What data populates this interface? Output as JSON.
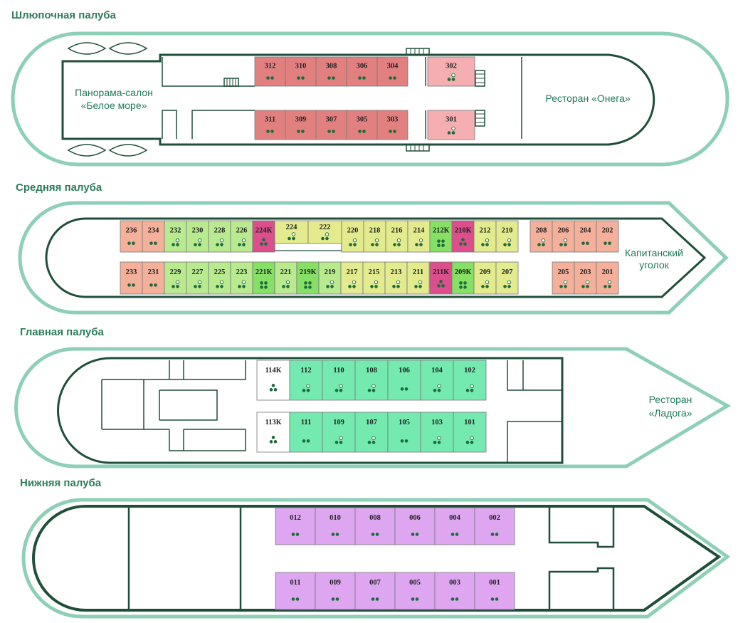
{
  "colors": {
    "outer": "#8ecfb8",
    "hull": "#1f4f3a",
    "deck_title": "#2e7d5b",
    "label": "#1f7a5a",
    "dot": "#1d6b3b",
    "cabin_stroke": "#777777",
    "cabin_types": {
      "red": "#e28080",
      "pink": "#f5aeb1",
      "salmon": "#f4b09a",
      "lgreen": "#b9ea90",
      "yellow": "#e3eb8e",
      "magenta": "#dc4e8c",
      "green": "#86e066",
      "aqua": "#74eab0",
      "white": "#ffffff",
      "violet": "#dea6f0"
    }
  },
  "decks": [
    {
      "id": "boat",
      "title": "Шлюпочная палуба",
      "labels": [
        [
          "Панорама-салон",
          "«Белое море»"
        ],
        [
          "Ресторан «Онега»"
        ]
      ],
      "cabins": [
        {
          "n": "312",
          "t": "red",
          "d": 2
        },
        {
          "n": "310",
          "t": "red",
          "d": 2
        },
        {
          "n": "308",
          "t": "red",
          "d": 2
        },
        {
          "n": "306",
          "t": "red",
          "d": 2
        },
        {
          "n": "304",
          "t": "red",
          "d": 2
        },
        {
          "n": "302",
          "t": "pink",
          "d": 3
        },
        {
          "n": "311",
          "t": "red",
          "d": 2
        },
        {
          "n": "309",
          "t": "red",
          "d": 2
        },
        {
          "n": "307",
          "t": "red",
          "d": 2
        },
        {
          "n": "305",
          "t": "red",
          "d": 2
        },
        {
          "n": "303",
          "t": "red",
          "d": 2
        },
        {
          "n": "301",
          "t": "pink",
          "d": 3
        }
      ]
    },
    {
      "id": "middle",
      "title": "Средняя палуба",
      "labels": [
        [
          "Капитанский",
          "уголок"
        ]
      ],
      "cabins": [
        {
          "n": "236",
          "t": "salmon",
          "d": 2
        },
        {
          "n": "234",
          "t": "salmon",
          "d": 2
        },
        {
          "n": "232",
          "t": "lgreen",
          "d": 3
        },
        {
          "n": "230",
          "t": "lgreen",
          "d": 3
        },
        {
          "n": "228",
          "t": "lgreen",
          "d": 3
        },
        {
          "n": "226",
          "t": "lgreen",
          "d": 3
        },
        {
          "n": "224К",
          "t": "magenta",
          "d": 5
        },
        {
          "n": "224",
          "t": "yellow",
          "d": 3
        },
        {
          "n": "222",
          "t": "yellow",
          "d": 3
        },
        {
          "n": "220",
          "t": "yellow",
          "d": 3
        },
        {
          "n": "218",
          "t": "yellow",
          "d": 3
        },
        {
          "n": "216",
          "t": "yellow",
          "d": 3
        },
        {
          "n": "214",
          "t": "yellow",
          "d": 3
        },
        {
          "n": "212К",
          "t": "green",
          "d": 4
        },
        {
          "n": "210К",
          "t": "magenta",
          "d": 5
        },
        {
          "n": "212",
          "t": "yellow",
          "d": 3
        },
        {
          "n": "210",
          "t": "yellow",
          "d": 3
        },
        {
          "n": "208",
          "t": "salmon",
          "d": 3
        },
        {
          "n": "206",
          "t": "salmon",
          "d": 3
        },
        {
          "n": "204",
          "t": "salmon",
          "d": 2
        },
        {
          "n": "202",
          "t": "salmon",
          "d": 2
        },
        {
          "n": "233",
          "t": "salmon",
          "d": 2
        },
        {
          "n": "231",
          "t": "salmon",
          "d": 2
        },
        {
          "n": "229",
          "t": "lgreen",
          "d": 3
        },
        {
          "n": "227",
          "t": "lgreen",
          "d": 3
        },
        {
          "n": "225",
          "t": "lgreen",
          "d": 3
        },
        {
          "n": "223",
          "t": "lgreen",
          "d": 3
        },
        {
          "n": "221К",
          "t": "green",
          "d": 4
        },
        {
          "n": "221",
          "t": "lgreen",
          "d": 3
        },
        {
          "n": "219К",
          "t": "green",
          "d": 4
        },
        {
          "n": "219",
          "t": "lgreen",
          "d": 3
        },
        {
          "n": "217",
          "t": "yellow",
          "d": 3
        },
        {
          "n": "215",
          "t": "yellow",
          "d": 3
        },
        {
          "n": "213",
          "t": "yellow",
          "d": 3
        },
        {
          "n": "211",
          "t": "yellow",
          "d": 3
        },
        {
          "n": "211К",
          "t": "magenta",
          "d": 5
        },
        {
          "n": "209К",
          "t": "green",
          "d": 4
        },
        {
          "n": "209",
          "t": "yellow",
          "d": 3
        },
        {
          "n": "207",
          "t": "yellow",
          "d": 3
        },
        {
          "n": "205",
          "t": "salmon",
          "d": 3
        },
        {
          "n": "203",
          "t": "salmon",
          "d": 3
        },
        {
          "n": "201",
          "t": "salmon",
          "d": 3
        }
      ]
    },
    {
      "id": "main",
      "title": "Главная палуба",
      "labels": [
        [
          "Ресторан",
          "«Ладога»"
        ]
      ],
      "cabins": [
        {
          "n": "114К",
          "t": "white",
          "d": 5
        },
        {
          "n": "112",
          "t": "aqua",
          "d": 3
        },
        {
          "n": "110",
          "t": "aqua",
          "d": 3
        },
        {
          "n": "108",
          "t": "aqua",
          "d": 3
        },
        {
          "n": "106",
          "t": "aqua",
          "d": 2
        },
        {
          "n": "104",
          "t": "aqua",
          "d": 3
        },
        {
          "n": "102",
          "t": "aqua",
          "d": 3
        },
        {
          "n": "113К",
          "t": "white",
          "d": 5
        },
        {
          "n": "111",
          "t": "aqua",
          "d": 2
        },
        {
          "n": "109",
          "t": "aqua",
          "d": 3
        },
        {
          "n": "107",
          "t": "aqua",
          "d": 3
        },
        {
          "n": "105",
          "t": "aqua",
          "d": 2
        },
        {
          "n": "103",
          "t": "aqua",
          "d": 3
        },
        {
          "n": "101",
          "t": "aqua",
          "d": 3
        }
      ]
    },
    {
      "id": "lower",
      "title": "Нижняя палуба",
      "labels": [],
      "cabins": [
        {
          "n": "012",
          "t": "violet",
          "d": 2
        },
        {
          "n": "010",
          "t": "violet",
          "d": 2
        },
        {
          "n": "008",
          "t": "violet",
          "d": 2
        },
        {
          "n": "006",
          "t": "violet",
          "d": 2
        },
        {
          "n": "004",
          "t": "violet",
          "d": 2
        },
        {
          "n": "002",
          "t": "violet",
          "d": 2
        },
        {
          "n": "011",
          "t": "violet",
          "d": 2
        },
        {
          "n": "009",
          "t": "violet",
          "d": 2
        },
        {
          "n": "007",
          "t": "violet",
          "d": 2
        },
        {
          "n": "005",
          "t": "violet",
          "d": 2
        },
        {
          "n": "003",
          "t": "violet",
          "d": 2
        },
        {
          "n": "001",
          "t": "violet",
          "d": 2
        }
      ]
    }
  ]
}
